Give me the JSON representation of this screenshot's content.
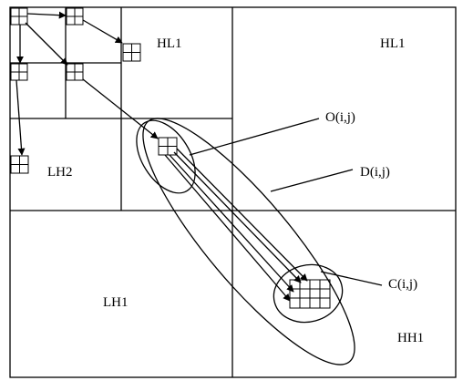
{
  "labels": {
    "hl1_small": "HL1",
    "hl1_large": "HL1",
    "lh2": "LH2",
    "lh1": "LH1",
    "hh1": "HH1",
    "o": "O(i,j)",
    "d": "D(i,j)",
    "c": "C(i,j)"
  }
}
